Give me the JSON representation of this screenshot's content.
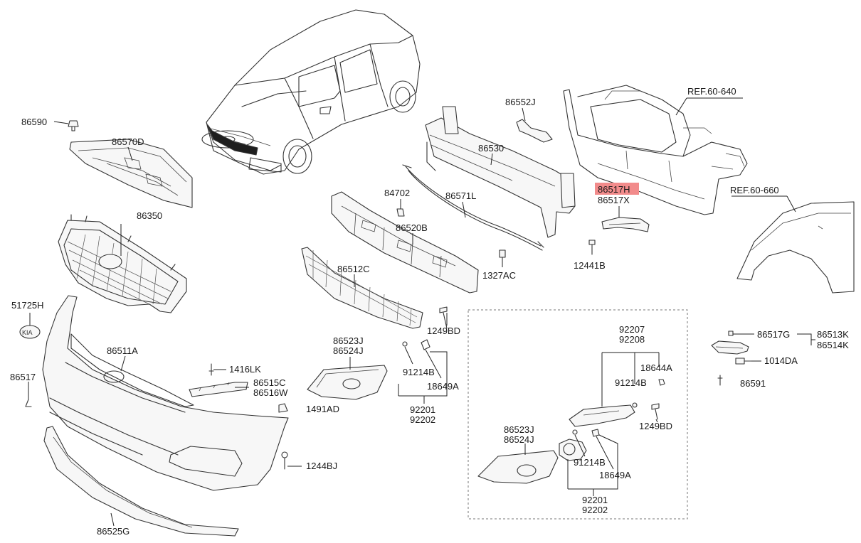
{
  "labels": {
    "p86590": "86590",
    "p86570D": "86570D",
    "p86350": "86350",
    "p51725H": "51725H",
    "p86517": "86517",
    "p86511A": "86511A",
    "p86525G": "86525G",
    "p1416LK": "1416LK",
    "p86515C": "86515C",
    "p86516W": "86516W",
    "p1491AD": "1491AD",
    "p1244BJ": "1244BJ",
    "p86523J_a": "86523J",
    "p86524J_a": "86524J",
    "p91214B_a": "91214B",
    "p18649A_a": "18649A",
    "p92201_a": "92201",
    "p92202_a": "92202",
    "p86512C": "86512C",
    "p1249BD_a": "1249BD",
    "p86520B": "86520B",
    "p84702": "84702",
    "p86571L": "86571L",
    "p1327AC": "1327AC",
    "p86530": "86530",
    "p86552J": "86552J",
    "p86517H": "86517H",
    "p86517X": "86517X",
    "p12441B": "12441B",
    "ref60640": "REF.60-640",
    "ref60660": "REF.60-660",
    "p86517G": "86517G",
    "p86513K": "86513K",
    "p86514K": "86514K",
    "p1014DA": "1014DA",
    "p86591": "86591",
    "p92207": "92207",
    "p92208": "92208",
    "p18644A": "18644A",
    "p91214B_b": "91214B",
    "p1249BD_b": "1249BD",
    "p86523J_b": "86523J",
    "p86524J_b": "86524J",
    "p91214B_c": "91214B",
    "p18649A_b": "18649A",
    "p92201_b": "92201",
    "p92202_b": "92202"
  },
  "highlight": {
    "part": "86517H",
    "color": "#f28b8b"
  }
}
